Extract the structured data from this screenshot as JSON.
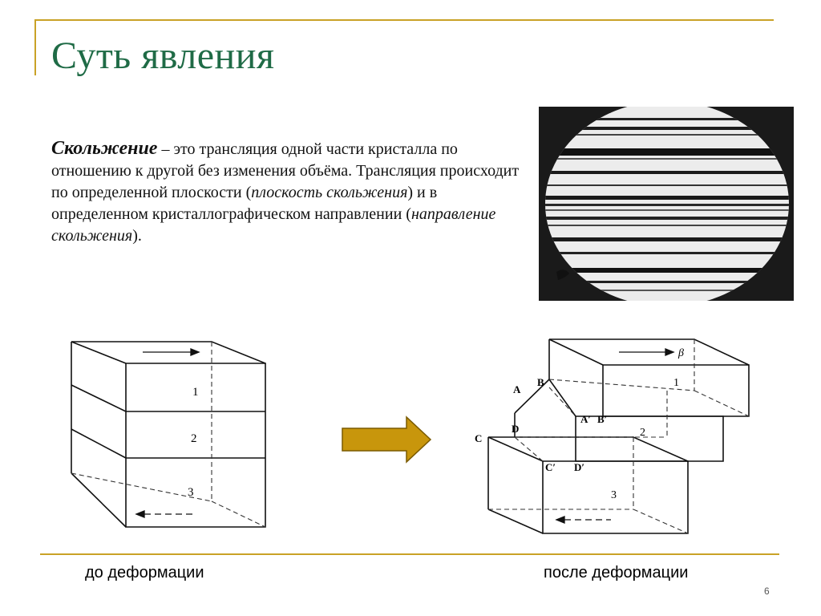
{
  "slide": {
    "title": "Суть явления",
    "page_number": "6"
  },
  "definition": {
    "term": "Скольжение",
    "text_1": " – это трансляция одной части кристалла по отношению к другой без изменения объёма. Трансляция происходит по определенной плоскости (",
    "italic_1": "плоскость скольжения",
    "text_2": ") и в определенном кристаллографическом направлении (",
    "italic_2": "направление скольжения",
    "text_3": ")."
  },
  "diagram_before": {
    "block_labels": [
      "1",
      "2",
      "3"
    ]
  },
  "diagram_after": {
    "block_labels": [
      "1",
      "2",
      "3"
    ],
    "point_labels": {
      "A": "A",
      "B": "B",
      "C": "C",
      "D": "D",
      "A_prime": "A′",
      "B_prime": "B′",
      "C_prime": "C′",
      "D_prime": "D′"
    },
    "direction_label": "β"
  },
  "captions": {
    "before": "до деформации",
    "after": "после деформации"
  },
  "colors": {
    "title": "#1f6b46",
    "accent_rule": "#c9a227",
    "arrow_fill": "#c8960c",
    "arrow_stroke": "#7a5a00"
  }
}
